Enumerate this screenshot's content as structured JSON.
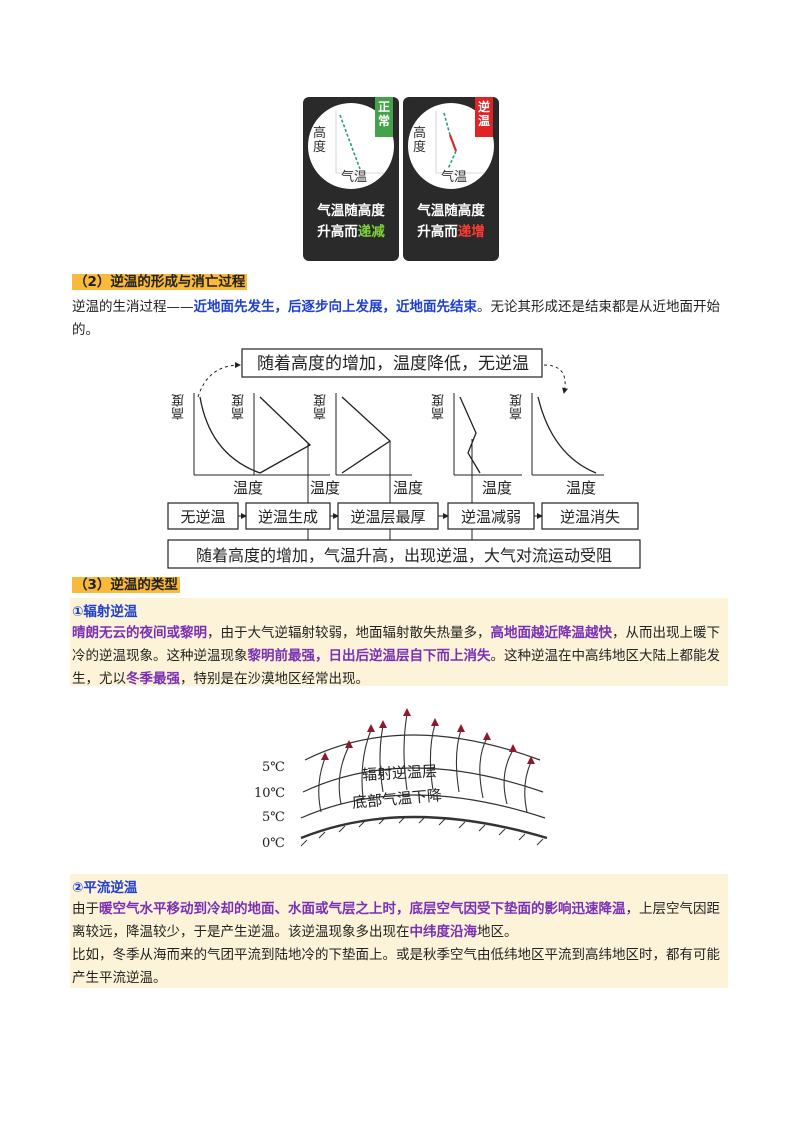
{
  "cards": [
    {
      "tag_line1": "正",
      "tag_line2": "常",
      "tag_color": "#44a348",
      "y_label_1": "高",
      "y_label_2": "度",
      "x_label": "气温",
      "caption_line1": "气温随高度",
      "caption_pre": "升高而",
      "caption_hl": "递减",
      "hl_color": "#7ed33a"
    },
    {
      "tag_line1": "逆",
      "tag_line2": "温",
      "tag_color": "#e02424",
      "y_label_1": "高",
      "y_label_2": "度",
      "x_label": "气温",
      "caption_line1": "气温随高度",
      "caption_pre": "升高而",
      "caption_hl": "递增",
      "hl_color": "#ff3b30"
    }
  ],
  "section2": {
    "heading": "（2）逆温的形成与消亡过程",
    "para_pre": "逆温的生消过程——",
    "para_hl": "近地面先发生，后逐步向上发展，近地面先结束",
    "para_post": "。无论其形成还是结束都是从近地面开始的。"
  },
  "diagram1": {
    "top_box": "随着高度的增加，温度降低，无逆温",
    "bottom_box": "随着高度的增加，气温升高，出现逆温，大气对流运动受阻",
    "y_label": "高度",
    "x_label": "温度",
    "stages": [
      "无逆温",
      "逆温生成",
      "逆温层最厚",
      "逆温减弱",
      "逆温消失"
    ]
  },
  "section3": {
    "heading": "（3）逆温的类型",
    "sub1": {
      "title": "①辐射逆温",
      "segments": [
        {
          "t": "晴朗无云的夜间或黎明",
          "s": "pp"
        },
        {
          "t": "，由于大气逆辐射较弱，地面辐射散失热量多，",
          "s": ""
        },
        {
          "t": "高地面越近降温越快",
          "s": "pp"
        },
        {
          "t": "，从而出现上暖下冷的逆温现象。这种逆温现象",
          "s": ""
        },
        {
          "t": "黎明前最强，日出后逆温层自下而上消失",
          "s": "pp"
        },
        {
          "t": "。这种逆温在中高纬地区大陆上都能发生，尤以",
          "s": ""
        },
        {
          "t": "冬季最强",
          "s": "pp"
        },
        {
          "t": "，特别是在沙漠地区经常出现。",
          "s": ""
        }
      ]
    },
    "figure2": {
      "labels": [
        "5℃",
        "10℃",
        "5℃",
        "0℃"
      ],
      "band1": "辐射逆温层",
      "band2": "底部气温下降"
    },
    "sub2": {
      "title": "②平流逆温",
      "p1_segments": [
        {
          "t": "由于",
          "s": ""
        },
        {
          "t": "暖空气水平移动到冷却的地面、水面或气层之上时，底层空气因受下垫面的影响迅速降温",
          "s": "pp"
        },
        {
          "t": "，上层空气因距离较远，降温较少，于是产生逆温。该逆温现象多出现在",
          "s": ""
        },
        {
          "t": "中纬度沿海",
          "s": "pp"
        },
        {
          "t": "地区。",
          "s": ""
        }
      ],
      "p2": "比如，冬季从海而来的气团平流到陆地冷的下垫面上。或是秋季空气由低纬地区平流到高纬地区时，都有可能产生平流逆温。"
    }
  }
}
